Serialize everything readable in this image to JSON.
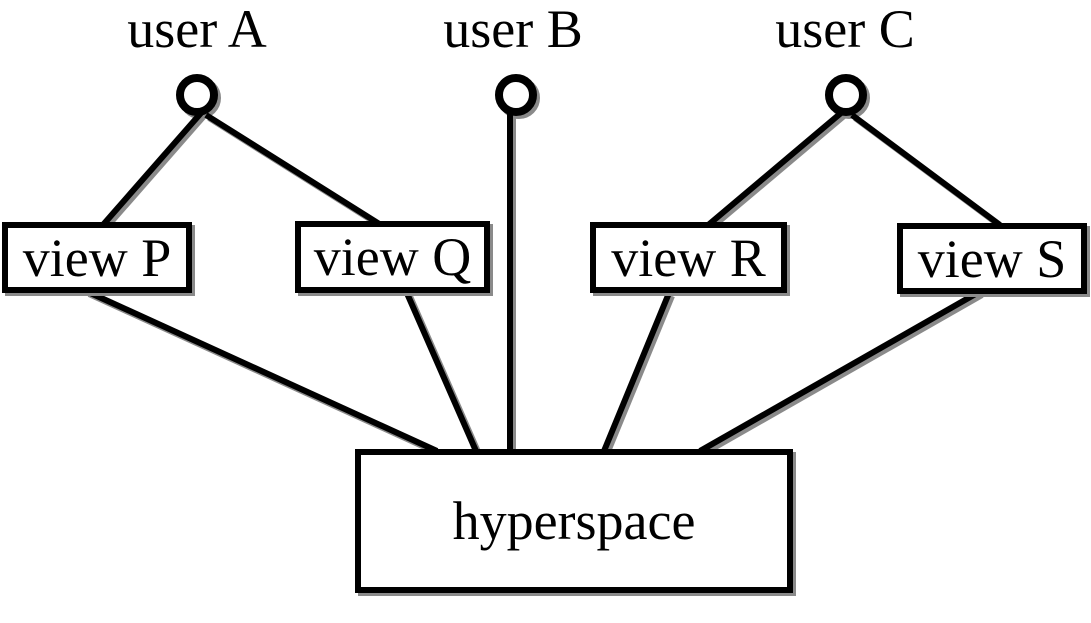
{
  "diagram": {
    "users": [
      {
        "id": "user-a",
        "label": "user A"
      },
      {
        "id": "user-b",
        "label": "user B"
      },
      {
        "id": "user-c",
        "label": "user C"
      }
    ],
    "views": [
      {
        "id": "view-p",
        "label": "view P"
      },
      {
        "id": "view-q",
        "label": "view Q"
      },
      {
        "id": "view-r",
        "label": "view R"
      },
      {
        "id": "view-s",
        "label": "view S"
      }
    ],
    "hub": {
      "id": "hyperspace",
      "label": "hyperspace"
    },
    "edges": [
      {
        "from": "user A",
        "to": "view P"
      },
      {
        "from": "user A",
        "to": "view Q"
      },
      {
        "from": "user B",
        "to": "hyperspace"
      },
      {
        "from": "user C",
        "to": "view R"
      },
      {
        "from": "user C",
        "to": "view S"
      },
      {
        "from": "view P",
        "to": "hyperspace"
      },
      {
        "from": "view Q",
        "to": "hyperspace"
      },
      {
        "from": "view R",
        "to": "hyperspace"
      },
      {
        "from": "view S",
        "to": "hyperspace"
      }
    ],
    "colors": {
      "line": "#000000",
      "shadow": "#8a8a8a",
      "background": "#ffffff"
    }
  }
}
